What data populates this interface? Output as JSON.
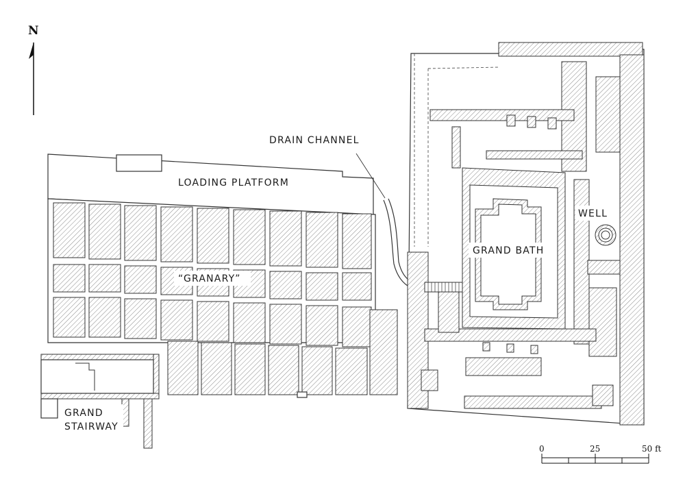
{
  "north_label": "N",
  "labels": {
    "drain_channel": "DRAIN CHANNEL",
    "loading_platform": "LOADING PLATFORM",
    "granary": "“GRANARY”",
    "grand_bath": "GRAND BATH",
    "well": "WELL",
    "grand_stairway_1": "GRAND",
    "grand_stairway_2": "STAIRWAY"
  },
  "scale_bar": {
    "ticks": [
      "0",
      "25",
      "50 ft"
    ]
  },
  "colors": {
    "line": "#333333",
    "hatch": "#8a8a8a",
    "background": "#ffffff"
  }
}
